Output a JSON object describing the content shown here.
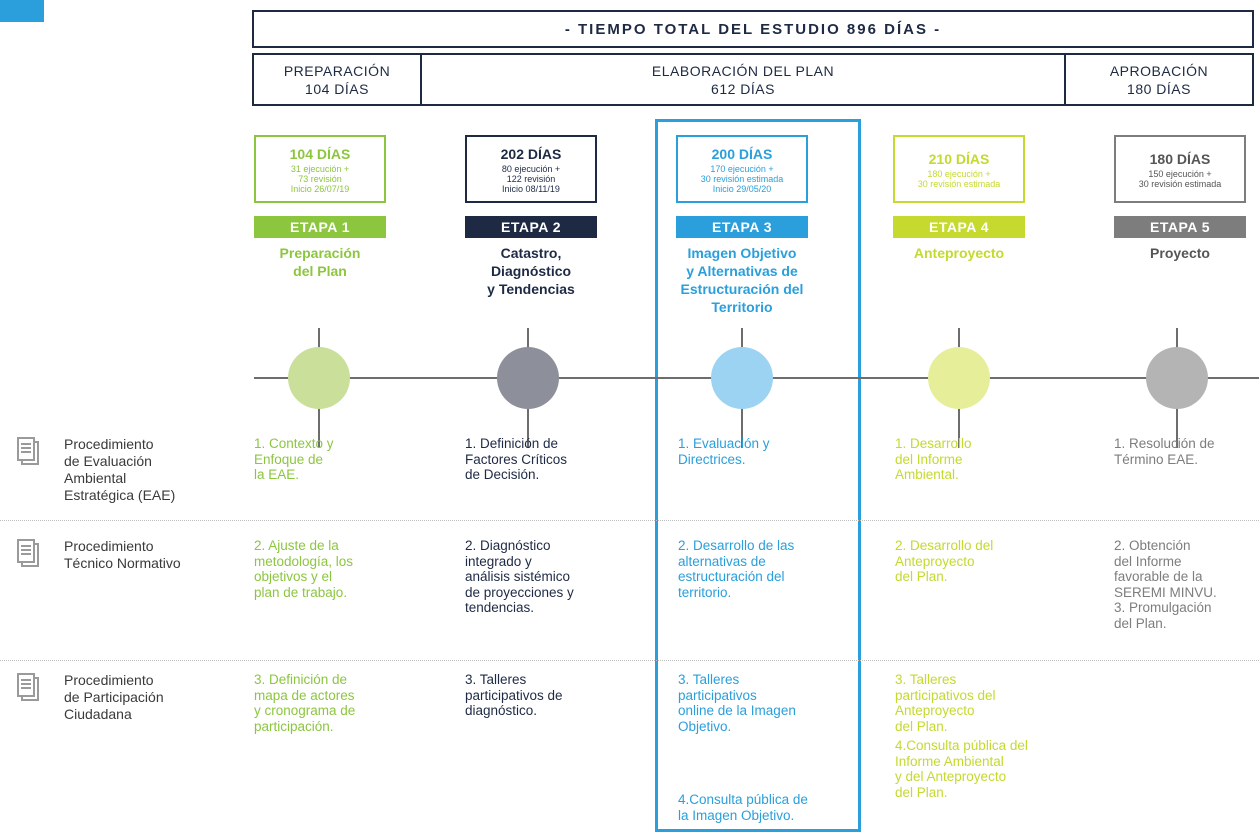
{
  "total_time": "- TIEMPO TOTAL DEL ESTUDIO 896 DÍAS -",
  "phases": [
    {
      "name": "PREPARACIÓN",
      "days": "104 DÍAS"
    },
    {
      "name": "ELABORACIÓN DEL PLAN",
      "days": "612 DÍAS"
    },
    {
      "name": "APROBACIÓN",
      "days": "180 DÍAS"
    }
  ],
  "colors": {
    "stage1": "#8cc63f",
    "stage2": "#1e2a44",
    "stage3": "#2a9fdb",
    "stage4": "#c5d92f",
    "stage5": "#7d7d7d",
    "circle1": "#c9df9a",
    "circle2": "#8d8f9b",
    "circle3": "#9dd3f2",
    "circle4": "#e6ee9a",
    "circle5": "#b4b4b4"
  },
  "stages": [
    {
      "days": "104 DÍAS",
      "line1": "31 ejecución +",
      "line2": "73 revisión",
      "line3": "Inicio 26/07/19",
      "badge": "ETAPA 1",
      "title1": "Preparación",
      "title2": "del Plan",
      "title3": "",
      "title4": ""
    },
    {
      "days": "202 DÍAS",
      "line1": "80 ejecución +",
      "line2": "122 revisión",
      "line3": "Inicio 08/11/19",
      "badge": "ETAPA 2",
      "title1": "Catastro,",
      "title2": "Diagnóstico",
      "title3": "y Tendencias",
      "title4": ""
    },
    {
      "days": "200 DÍAS",
      "line1": "170 ejecución +",
      "line2": "30 revisión estimada",
      "line3": "Inicio 29/05/20",
      "badge": "ETAPA 3",
      "title1": "Imagen Objetivo",
      "title2": "y Alternativas de",
      "title3": "Estructuración del",
      "title4": "Territorio"
    },
    {
      "days": "210 DÍAS",
      "line1": "180 ejecución +",
      "line2": "30 revisión estimada",
      "line3": "",
      "badge": "ETAPA 4",
      "title1": "Anteproyecto",
      "title2": "",
      "title3": "",
      "title4": ""
    },
    {
      "days": "180 DÍAS",
      "line1": "150 ejecución +",
      "line2": "30 revisión estimada",
      "line3": "",
      "badge": "ETAPA 5",
      "title1": "Proyecto",
      "title2": "",
      "title3": "",
      "title4": ""
    }
  ],
  "procedures": [
    {
      "l1": "Procedimiento",
      "l2": "de Evaluación",
      "l3": "Ambiental",
      "l4": "Estratégica (EAE)"
    },
    {
      "l1": "Procedimiento",
      "l2": "Técnico Normativo",
      "l3": "",
      "l4": ""
    },
    {
      "l1": "Procedimiento",
      "l2": "de Participación",
      "l3": "Ciudadana",
      "l4": ""
    }
  ],
  "rows": {
    "eae": {
      "s1": [
        "1. Contexto y",
        "Enfoque de",
        "la EAE."
      ],
      "s2": [
        "1. Definición de",
        "Factores Críticos",
        "de Decisión."
      ],
      "s3": [
        "1. Evaluación y",
        "Directrices."
      ],
      "s4": [
        "1. Desarrollo",
        "del Informe",
        "Ambiental."
      ],
      "s5": [
        "1. Resolución de",
        "Término EAE."
      ]
    },
    "tecnico": {
      "s1": [
        "2. Ajuste de la",
        "metodología, los",
        "objetivos y el",
        "plan de trabajo."
      ],
      "s2": [
        "2. Diagnóstico",
        "integrado y",
        "análisis sistémico",
        "de proyecciones y",
        "tendencias."
      ],
      "s3": [
        "2. Desarrollo de las",
        "alternativas de",
        "estructuración del",
        "territorio."
      ],
      "s4": [
        "2. Desarrollo del",
        "Anteproyecto",
        "del Plan."
      ],
      "s5": [
        "2. Obtención",
        "del Informe",
        "favorable de la",
        "SEREMI MINVU.",
        "3. Promulgación",
        "del Plan."
      ]
    },
    "participacion": {
      "s1": [
        "3. Definición de",
        "mapa de actores",
        "y cronograma de",
        "participación."
      ],
      "s2": [
        "3. Talleres",
        "participativos de",
        "diagnóstico."
      ],
      "s3": [
        "3. Talleres",
        "participativos",
        "online de la Imagen",
        "Objetivo."
      ],
      "s3b": [
        "4.Consulta pública de",
        "la Imagen Objetivo."
      ],
      "s4": [
        "3. Talleres",
        "participativos del",
        "Anteproyecto",
        "del Plan.",
        "4.Consulta pública del",
        "Informe Ambiental",
        "y del Anteproyecto",
        "del Plan."
      ]
    }
  }
}
